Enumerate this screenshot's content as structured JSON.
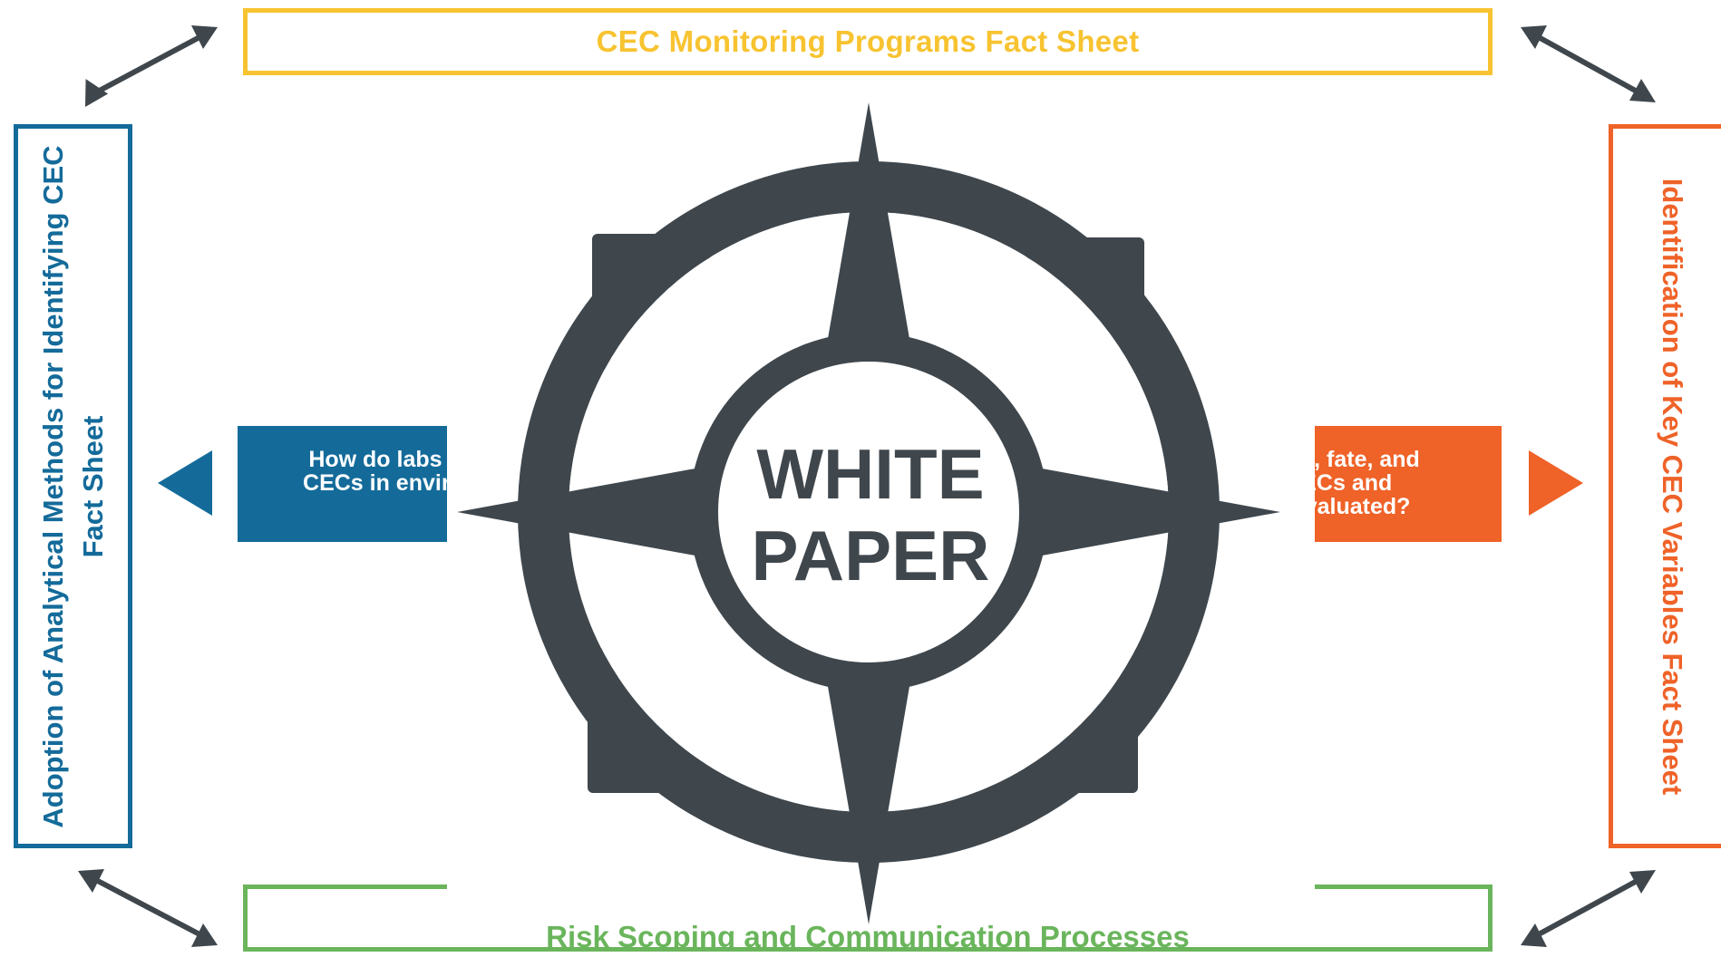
{
  "diagram": {
    "center_label_line1": "WHITE",
    "center_label_line2": "PAPER",
    "top_box_label": "CEC Monitoring Programs Fact Sheet",
    "bottom_box_label": "Risk Scoping and Communication Processes",
    "left_box_label": "Adoption of Analytical Methods for Identifying CEC Fact Sheet",
    "right_box_label": "Identification of Key CEC Variables Fact Sheet",
    "left_question": "How do labs detect and quantify CECs in environmental samples?",
    "right_question": "How are occurrence, fate, and persistence of CECs and suspected CECs evaluated?"
  },
  "colors": {
    "compass": "#3f474d",
    "top": "#f7c330",
    "bottom": "#6ab55c",
    "left": "#146b9a",
    "right": "#ef6228",
    "arrows": "#3f474d"
  }
}
